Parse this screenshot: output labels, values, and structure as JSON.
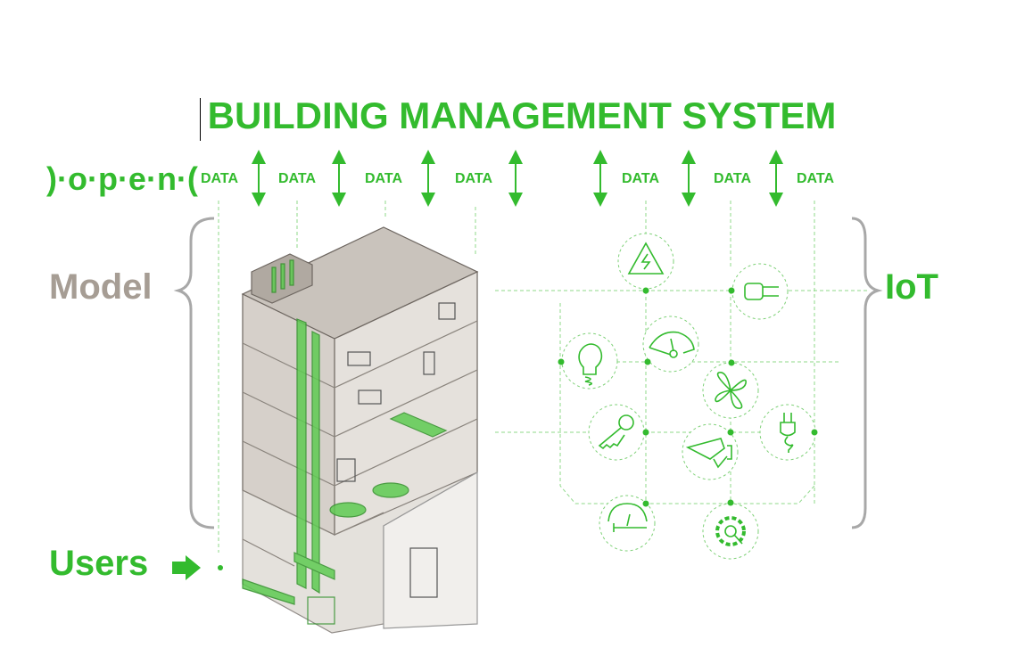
{
  "title": "BUILDING MANAGEMENT SYSTEM",
  "logo": ")·o·p·e·n·(",
  "data_labels": [
    "DATA",
    "DATA",
    "DATA",
    "DATA",
    "DATA",
    "DATA",
    "DATA"
  ],
  "labels": {
    "model": "Model",
    "iot": "IoT",
    "users": "Users"
  },
  "iot_devices": [
    "high-voltage",
    "power-plug",
    "light-bulb",
    "speedometer",
    "fan",
    "key",
    "security-camera",
    "eco-plug",
    "meter",
    "gear"
  ],
  "colors": {
    "accent": "#33bb2e",
    "model": "#a69d94",
    "brace": "#a8a8a8"
  }
}
